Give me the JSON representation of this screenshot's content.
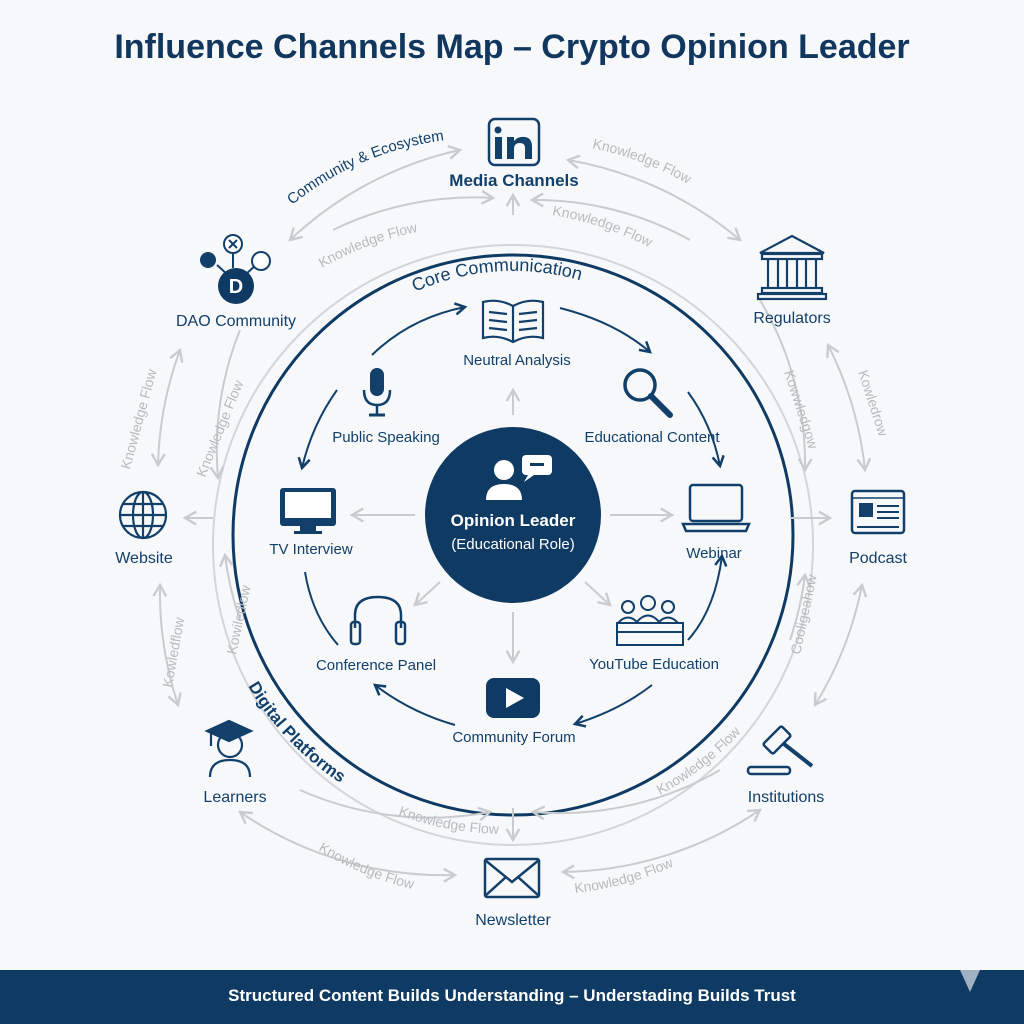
{
  "title": "Influence Channels Map – Crypto Opinion Leader",
  "colors": {
    "primary": "#12406b",
    "dark": "#0f3a63",
    "flow_gray": "#c9cccf",
    "background": "#f7f8f9"
  },
  "center": {
    "icon": "speaker-chat-icon",
    "title": "Opinion Leader",
    "subtitle": "(Educational Role)"
  },
  "rings": {
    "inner_label": "Core Communication",
    "outer_label_top": "Community & Ecosystem",
    "outer_label_bottom": "Digital Platforms"
  },
  "inner_nodes": [
    {
      "id": "neutral-analysis",
      "label": "Neutral Analysis",
      "icon": "open-book-icon"
    },
    {
      "id": "educational-content",
      "label": "Educational Content",
      "icon": "magnifier-icon"
    },
    {
      "id": "webinar",
      "label": "Webinar",
      "icon": "laptop-icon"
    },
    {
      "id": "youtube-education",
      "label": "YouTube Education",
      "icon": "audience-icon"
    },
    {
      "id": "community-forum",
      "label": "Community Forum",
      "icon": "play-button-icon"
    },
    {
      "id": "conference-panel",
      "label": "Conference Panel",
      "icon": "headphones-icon"
    },
    {
      "id": "tv-interview",
      "label": "TV Interview",
      "icon": "tv-monitor-icon"
    },
    {
      "id": "public-speaking",
      "label": "Public Speaking",
      "icon": "microphone-icon"
    }
  ],
  "outer_nodes": [
    {
      "id": "media-channels",
      "label": "Media Channels",
      "icon": "linkedin-icon"
    },
    {
      "id": "regulators",
      "label": "Regulators",
      "icon": "government-building-icon"
    },
    {
      "id": "podcast",
      "label": "Podcast",
      "icon": "browser-window-icon"
    },
    {
      "id": "institutions",
      "label": "Institutions",
      "icon": "gavel-icon"
    },
    {
      "id": "newsletter",
      "label": "Newsletter",
      "icon": "envelope-icon"
    },
    {
      "id": "learners",
      "label": "Learners",
      "icon": "graduate-icon"
    },
    {
      "id": "website",
      "label": "Website",
      "icon": "globe-icon"
    },
    {
      "id": "dao-community",
      "label": "DAO Community",
      "icon": "dao-network-icon"
    }
  ],
  "flow_labels": [
    "Knowledge Flow",
    "Knowledge Flow",
    "Knowledge Flow",
    "Knowledge Flow",
    "Knowledge Flow",
    "Knowledge Flow",
    "Knowledge Flow",
    "Knowledge Flow",
    "Kowwledgow",
    "Kowledrow",
    "Knowledge Flow",
    "Kowledflow",
    "Kowiledlow",
    "Cooligeahow"
  ],
  "footer": "Structured Content Builds Understanding – Understading Builds Trust"
}
